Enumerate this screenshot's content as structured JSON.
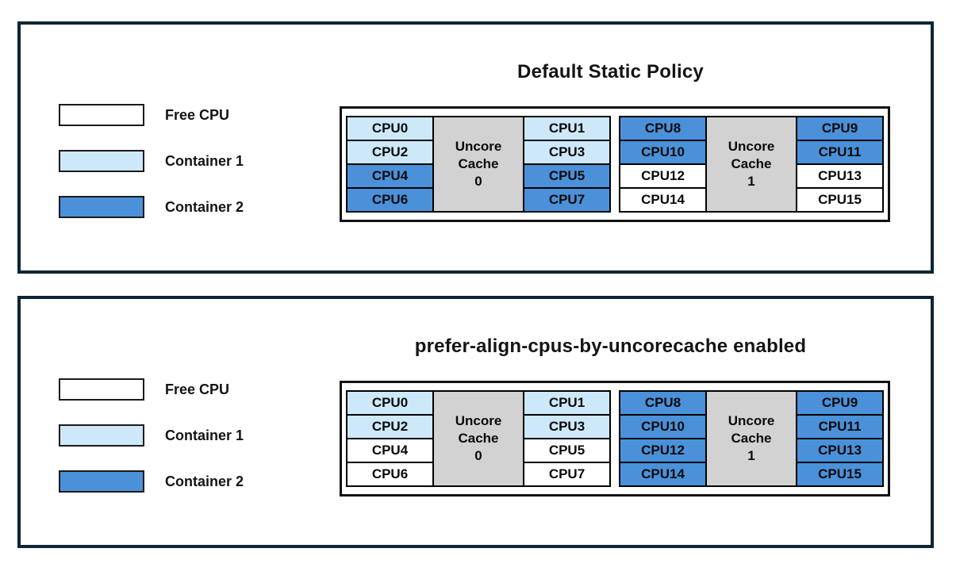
{
  "colors": {
    "free": "#ffffff",
    "container1": "#cde9f9",
    "container2": "#4a91d9",
    "cache": "#d2d2d2",
    "panel_border": "#0d2536"
  },
  "legend": {
    "items": [
      {
        "label": "Free CPU",
        "color_key": "free"
      },
      {
        "label": "Container 1",
        "color_key": "container1"
      },
      {
        "label": "Container 2",
        "color_key": "container2"
      }
    ]
  },
  "panels": [
    {
      "title": "Default Static Policy",
      "groups": [
        {
          "cache_lines": [
            "Uncore",
            "Cache",
            "0"
          ],
          "left": [
            {
              "label": "CPU0",
              "state": "container1"
            },
            {
              "label": "CPU2",
              "state": "container1"
            },
            {
              "label": "CPU4",
              "state": "container2"
            },
            {
              "label": "CPU6",
              "state": "container2"
            }
          ],
          "right": [
            {
              "label": "CPU1",
              "state": "container1"
            },
            {
              "label": "CPU3",
              "state": "container1"
            },
            {
              "label": "CPU5",
              "state": "container2"
            },
            {
              "label": "CPU7",
              "state": "container2"
            }
          ]
        },
        {
          "cache_lines": [
            "Uncore",
            "Cache",
            "1"
          ],
          "left": [
            {
              "label": "CPU8",
              "state": "container2"
            },
            {
              "label": "CPU10",
              "state": "container2"
            },
            {
              "label": "CPU12",
              "state": "free"
            },
            {
              "label": "CPU14",
              "state": "free"
            }
          ],
          "right": [
            {
              "label": "CPU9",
              "state": "container2"
            },
            {
              "label": "CPU11",
              "state": "container2"
            },
            {
              "label": "CPU13",
              "state": "free"
            },
            {
              "label": "CPU15",
              "state": "free"
            }
          ]
        }
      ]
    },
    {
      "title": "prefer-align-cpus-by-uncorecache enabled",
      "groups": [
        {
          "cache_lines": [
            "Uncore",
            "Cache",
            "0"
          ],
          "left": [
            {
              "label": "CPU0",
              "state": "container1"
            },
            {
              "label": "CPU2",
              "state": "container1"
            },
            {
              "label": "CPU4",
              "state": "free"
            },
            {
              "label": "CPU6",
              "state": "free"
            }
          ],
          "right": [
            {
              "label": "CPU1",
              "state": "container1"
            },
            {
              "label": "CPU3",
              "state": "container1"
            },
            {
              "label": "CPU5",
              "state": "free"
            },
            {
              "label": "CPU7",
              "state": "free"
            }
          ]
        },
        {
          "cache_lines": [
            "Uncore",
            "Cache",
            "1"
          ],
          "left": [
            {
              "label": "CPU8",
              "state": "container2"
            },
            {
              "label": "CPU10",
              "state": "container2"
            },
            {
              "label": "CPU12",
              "state": "container2"
            },
            {
              "label": "CPU14",
              "state": "container2"
            }
          ],
          "right": [
            {
              "label": "CPU9",
              "state": "container2"
            },
            {
              "label": "CPU11",
              "state": "container2"
            },
            {
              "label": "CPU13",
              "state": "container2"
            },
            {
              "label": "CPU15",
              "state": "container2"
            }
          ]
        }
      ]
    }
  ]
}
